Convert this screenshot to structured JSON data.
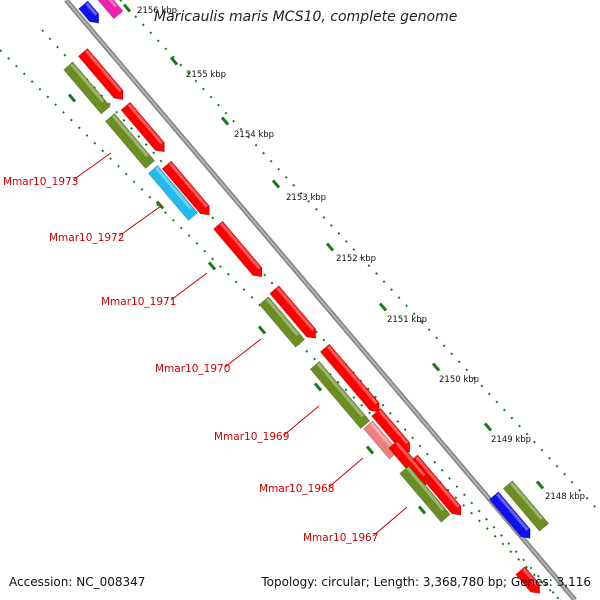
{
  "title": "Maricaulis maris MCS10, complete genome",
  "accession": "Accession: NC_008347",
  "topology": "Topology: circular; Length: 3,368,780 bp; Genes: 3,116",
  "ticks": [
    "2156 kbp",
    "2155 kbp",
    "2154 kbp",
    "2153 kbp",
    "2152 kbp",
    "2151 kbp",
    "2150 kbp",
    "2149 kbp",
    "2148 kbp"
  ],
  "gene_labels": [
    "Mmar10_1973",
    "Mmar10_1972",
    "Mmar10_1971",
    "Mmar10_1970",
    "Mmar10_1969",
    "Mmar10_1968",
    "Mmar10_1967"
  ],
  "colors": {
    "cds": "#ff0000",
    "cds_light": "#f08080",
    "olive": "#6b8e23",
    "cyan": "#22bbee",
    "blue": "#1010ee",
    "magenta": "#ee22aa",
    "backbone": "#888888",
    "tick": "#1a7a1a",
    "label": "#cc0000"
  },
  "features": [
    {
      "track": "outer",
      "color": "blue"
    },
    {
      "track": "outer",
      "color": "magenta"
    },
    {
      "track": "inner",
      "color": "olive"
    },
    {
      "track": "inner",
      "color": "olive"
    },
    {
      "track": "inner",
      "color": "cyan"
    },
    {
      "track": "middle",
      "color": "cds"
    },
    {
      "track": "middle",
      "color": "cds"
    },
    {
      "track": "middle",
      "color": "cds"
    },
    {
      "track": "middle",
      "color": "cds"
    },
    {
      "track": "inner",
      "color": "olive"
    },
    {
      "track": "middle",
      "color": "cds"
    },
    {
      "track": "middle",
      "color": "cds"
    },
    {
      "track": "inner",
      "color": "olive"
    },
    {
      "track": "middle",
      "color": "cds"
    },
    {
      "track": "inner",
      "color": "cds_light"
    },
    {
      "track": "middle",
      "color": "cds"
    },
    {
      "track": "middle",
      "color": "cds"
    },
    {
      "track": "inner",
      "color": "olive"
    },
    {
      "track": "outer",
      "color": "olive"
    },
    {
      "track": "outer",
      "color": "blue"
    },
    {
      "track": "middle",
      "color": "cds"
    }
  ]
}
